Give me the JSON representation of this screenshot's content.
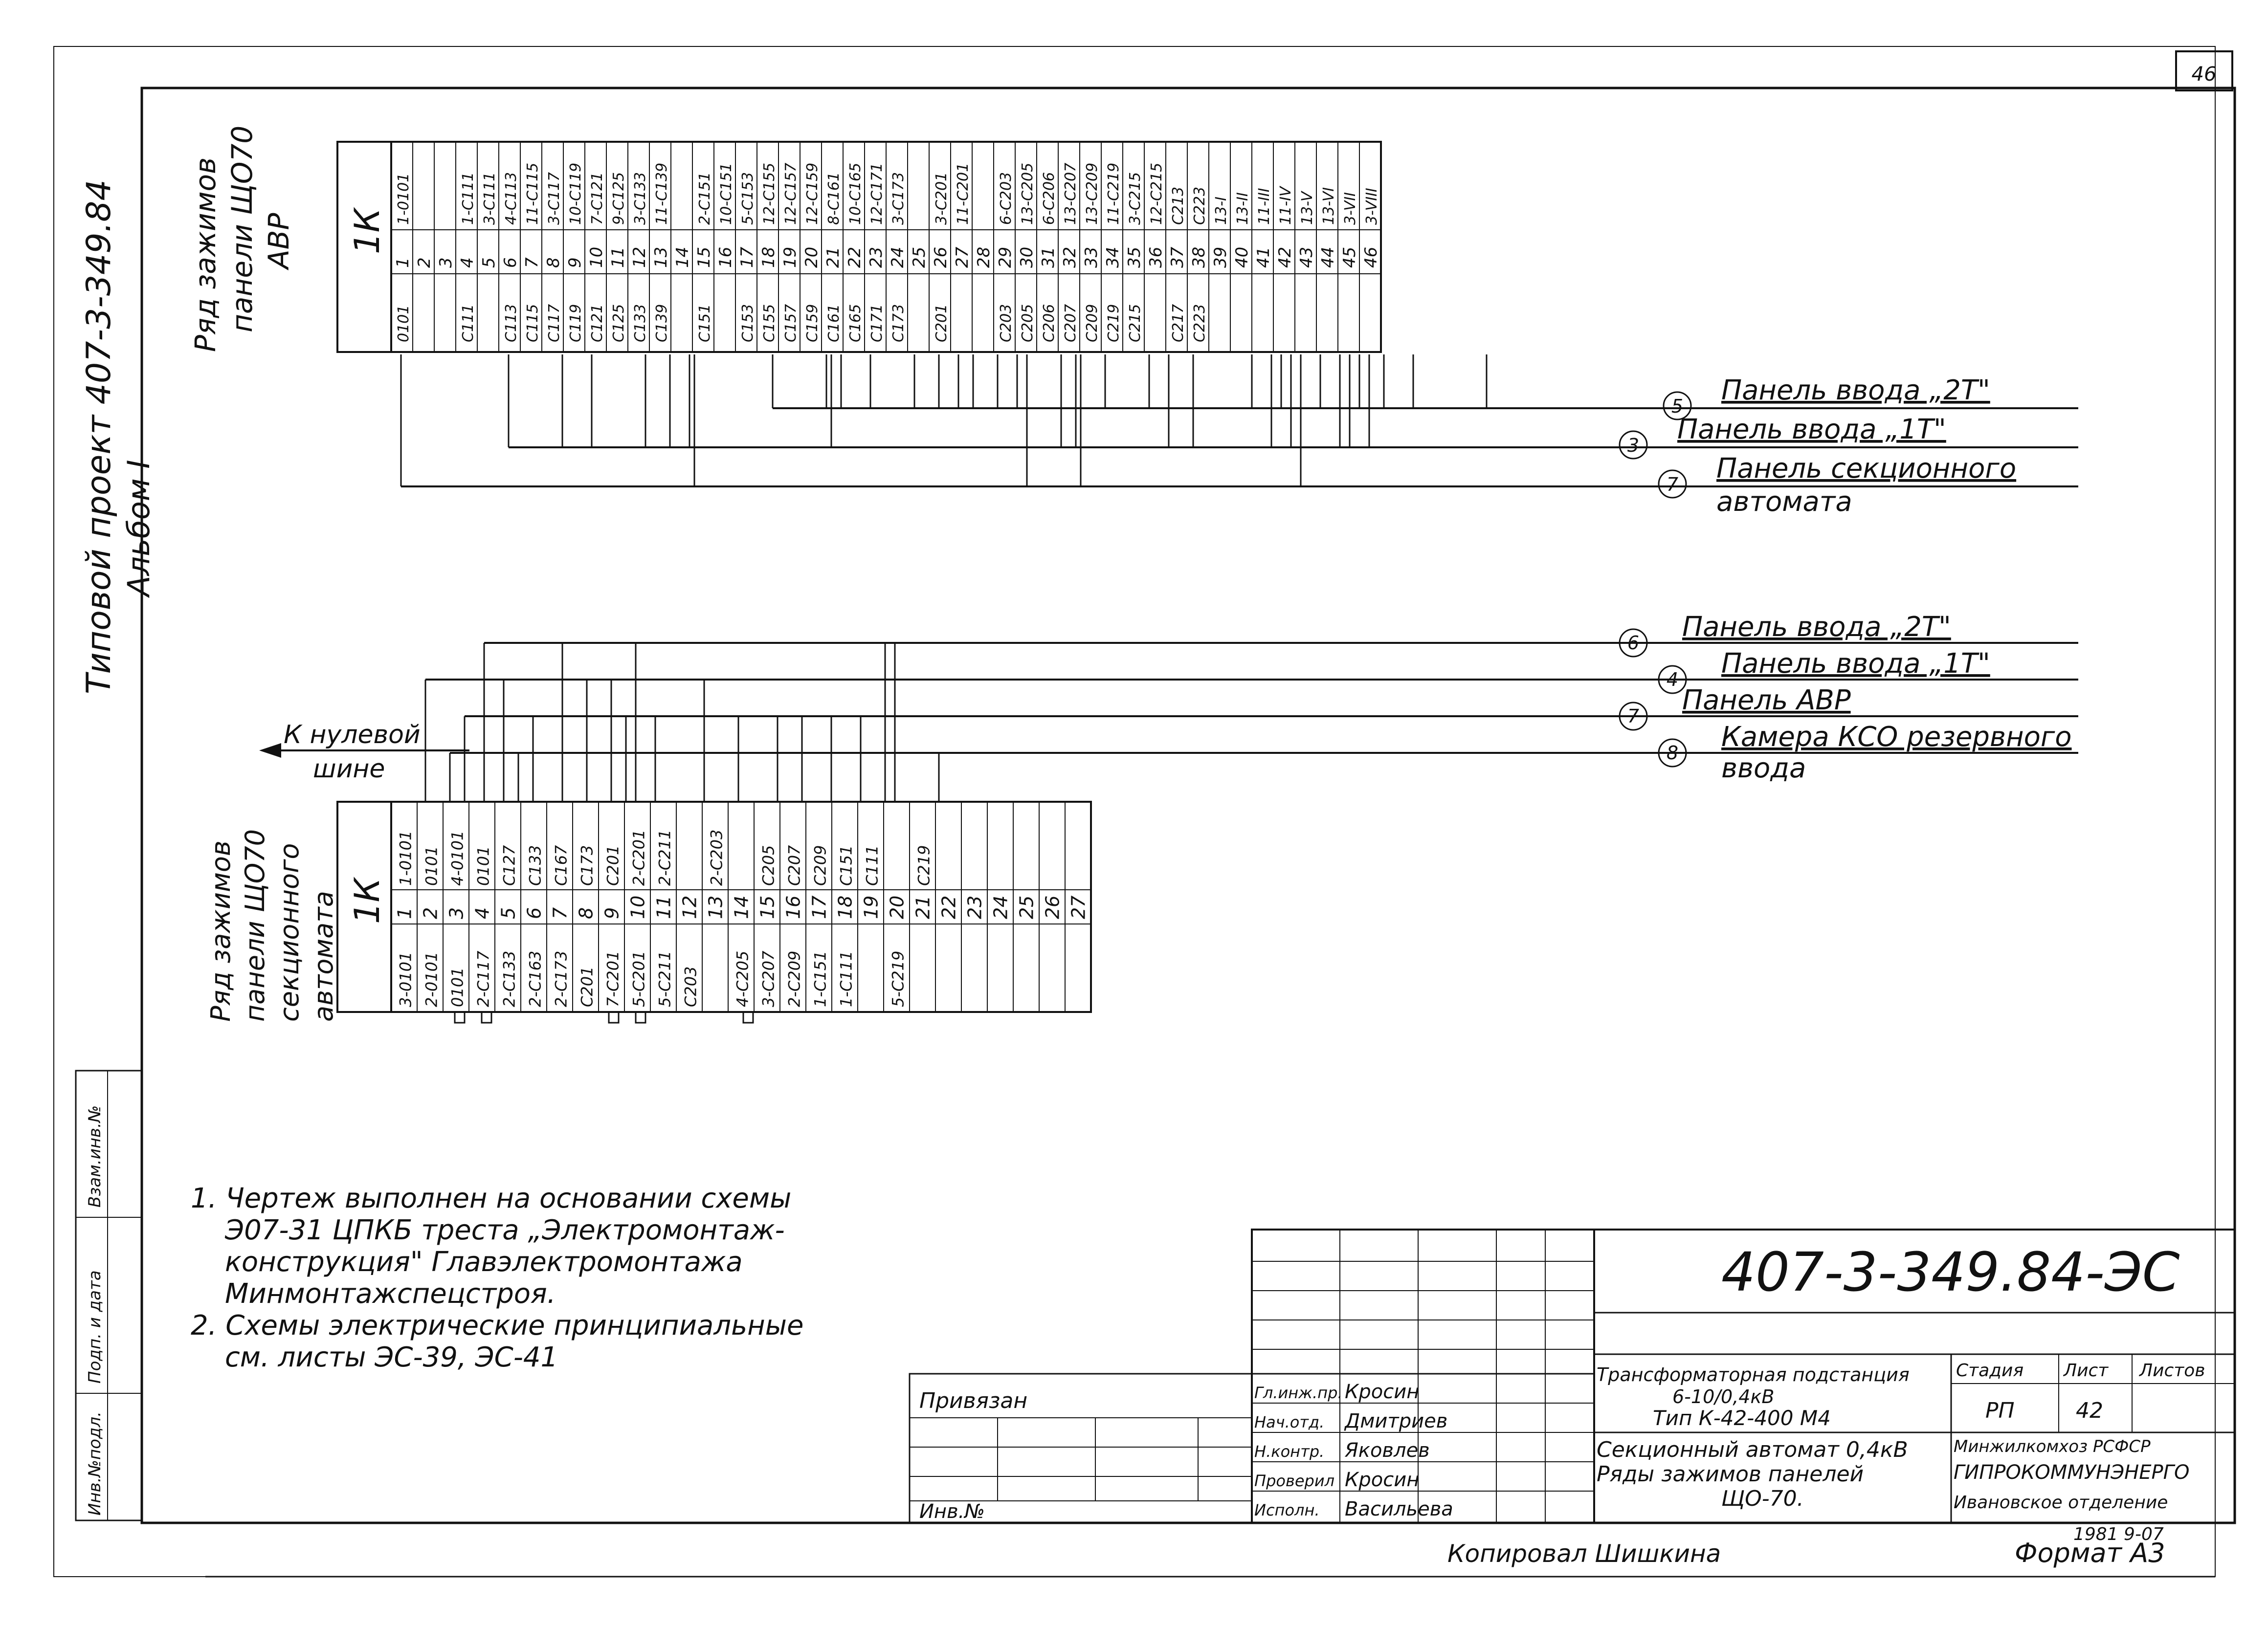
{
  "sheet_number": "46",
  "side_title": {
    "line1": "Типовой проект 407-3-349.84",
    "line2": "Альбом I"
  },
  "side_stamps": [
    "Инв.№подл.",
    "Подп. и дата",
    "Взам.инв.№"
  ],
  "top_block": {
    "title_lines": [
      "Ряд зажимов",
      "панели ЩО70",
      "АВР"
    ],
    "marker": "1К",
    "top_codes": [
      "1-0101",
      "",
      "",
      "1-С111",
      "3-С111",
      "4-С113",
      "11-С115",
      "3-С117",
      "10-С119",
      "7-С121",
      "9-С125",
      "3-С133",
      "11-С139",
      "",
      "2-С151",
      "10-С151",
      "5-С153",
      "12-С155",
      "12-С157",
      "12-С159",
      "8-С161",
      "10-С165",
      "12-С171",
      "3-С173",
      "",
      "3-С201",
      "11-С201",
      "",
      "6-С203",
      "13-С205",
      "6-С206",
      "13-С207",
      "13-С209",
      "11-С219",
      "3-С215",
      "12-С215",
      "С213",
      "С223",
      "13-I",
      "13-II",
      "11-III",
      "11-IV",
      "13-V",
      "13-VI",
      "3-VII",
      "3-VIII"
    ],
    "numbers": [
      "1",
      "2",
      "3",
      "4",
      "5",
      "6",
      "7",
      "8",
      "9",
      "10",
      "11",
      "12",
      "13",
      "14",
      "15",
      "16",
      "17",
      "18",
      "19",
      "20",
      "21",
      "22",
      "23",
      "24",
      "25",
      "26",
      "27",
      "28",
      "29",
      "30",
      "31",
      "32",
      "33",
      "34",
      "35",
      "36",
      "37",
      "38",
      "39",
      "40",
      "41",
      "42",
      "43",
      "44",
      "45",
      "46"
    ],
    "bottom_codes": [
      "0101",
      "",
      "",
      "С111",
      "",
      "С113",
      "С115",
      "С117",
      "С119",
      "С121",
      "С125",
      "С133",
      "С139",
      "",
      "С151",
      "",
      "С153",
      "С155",
      "С157",
      "С159",
      "С161",
      "С165",
      "С171",
      "С173",
      "",
      "С201",
      "",
      "",
      "С203",
      "С205",
      "С206",
      "С207",
      "С209",
      "С219",
      "С215",
      "",
      "С217",
      "С223",
      "",
      "",
      "",
      "",
      "",
      "",
      "",
      ""
    ]
  },
  "top_destinations": [
    {
      "circle": "5",
      "label": "Панель ввода „2Т\""
    },
    {
      "circle": "3",
      "label": "Панель ввода „1Т\""
    },
    {
      "circle": "7",
      "label": "Панель секционного",
      "label2": "автомата"
    }
  ],
  "bottom_block": {
    "title_lines": [
      "Ряд зажимов",
      "панели ЩО70",
      "секционного",
      "автомата"
    ],
    "marker": "1К",
    "left_codes": [
      "3-0101",
      "2-0101",
      "0101",
      "2-С117",
      "2-С133",
      "2-С163",
      "2-С173",
      "С201",
      "7-С201",
      "5-С201",
      "5-С211",
      "С203",
      "",
      "4-С205",
      "3-С207",
      "2-С209",
      "1-С151",
      "1-С111",
      "",
      "5-С219",
      "",
      "",
      "",
      "",
      ""
    ],
    "numbers": [
      "1",
      "2",
      "3",
      "4",
      "5",
      "6",
      "7",
      "8",
      "9",
      "10",
      "11",
      "12",
      "13",
      "14",
      "15",
      "16",
      "17",
      "18",
      "19",
      "20",
      "21",
      "22",
      "23",
      "24",
      "25",
      "26",
      "27"
    ],
    "right_codes": [
      "1-0101",
      "0101",
      "4-0101",
      "0101",
      "С127",
      "С133",
      "С167",
      "С173",
      "С201",
      "2-С201",
      "2-С211",
      "",
      "2-С203",
      "",
      "С205",
      "С207",
      "С209",
      "С151",
      "С111",
      "",
      "С219",
      "",
      "",
      "",
      "",
      "",
      ""
    ]
  },
  "bottom_destinations": [
    {
      "circle": "6",
      "label": "Панель ввода „2Т\""
    },
    {
      "circle": "4",
      "label": "Панель ввода „1Т\""
    },
    {
      "circle": "7",
      "label": "Панель АВР"
    },
    {
      "circle": "8",
      "label": "Камера КСО резервного",
      "label2": "ввода"
    }
  ],
  "ground_label": {
    "line1": "К нулевой",
    "line2": "шине"
  },
  "notes": [
    "1. Чертеж выполнен на основании схемы",
    "Э07-31 ЦПКБ треста „Электромонтаж-",
    "конструкция\" Главэлектромонтажа",
    "Минмонтажспецстроя.",
    "2. Схемы электрические принципиальные",
    "см. листы ЭС-39, ЭС-41"
  ],
  "title_block": {
    "code": "407-3-349.84-ЭС",
    "description_top": [
      "Трансформаторная подстанция",
      "6-10/0,4кВ",
      "Тип К-42-400 М4"
    ],
    "description_bottom": [
      "Секционный автомат 0,4кВ",
      "Ряды зажимов панелей",
      "ЩО-70."
    ],
    "stage_header": "Стадия",
    "sheet_header": "Лист",
    "sheets_header": "Листов",
    "stage": "РП",
    "sheet": "42",
    "sheets": "",
    "org1": "Минжилкомхоз РСФСР",
    "org2": "ГИПРОКОММУНЭНЕРГО",
    "org3": "Ивановское отделение",
    "binding_label": "Привязан",
    "inv_label": "Инв.№",
    "roles": [
      {
        "role": "Гл.инж.пр.",
        "name": "Кросин"
      },
      {
        "role": "Нач.отд.",
        "name": "Дмитриев"
      },
      {
        "role": "Н.контр.",
        "name": "Яковлев"
      },
      {
        "role": "Проверил",
        "name": "Кросин"
      },
      {
        "role": "Исполн.",
        "name": "Васильева"
      }
    ],
    "date_code": "1981 9-07",
    "format": "Формат А3"
  },
  "copied_by": "Копировал Шишкина"
}
